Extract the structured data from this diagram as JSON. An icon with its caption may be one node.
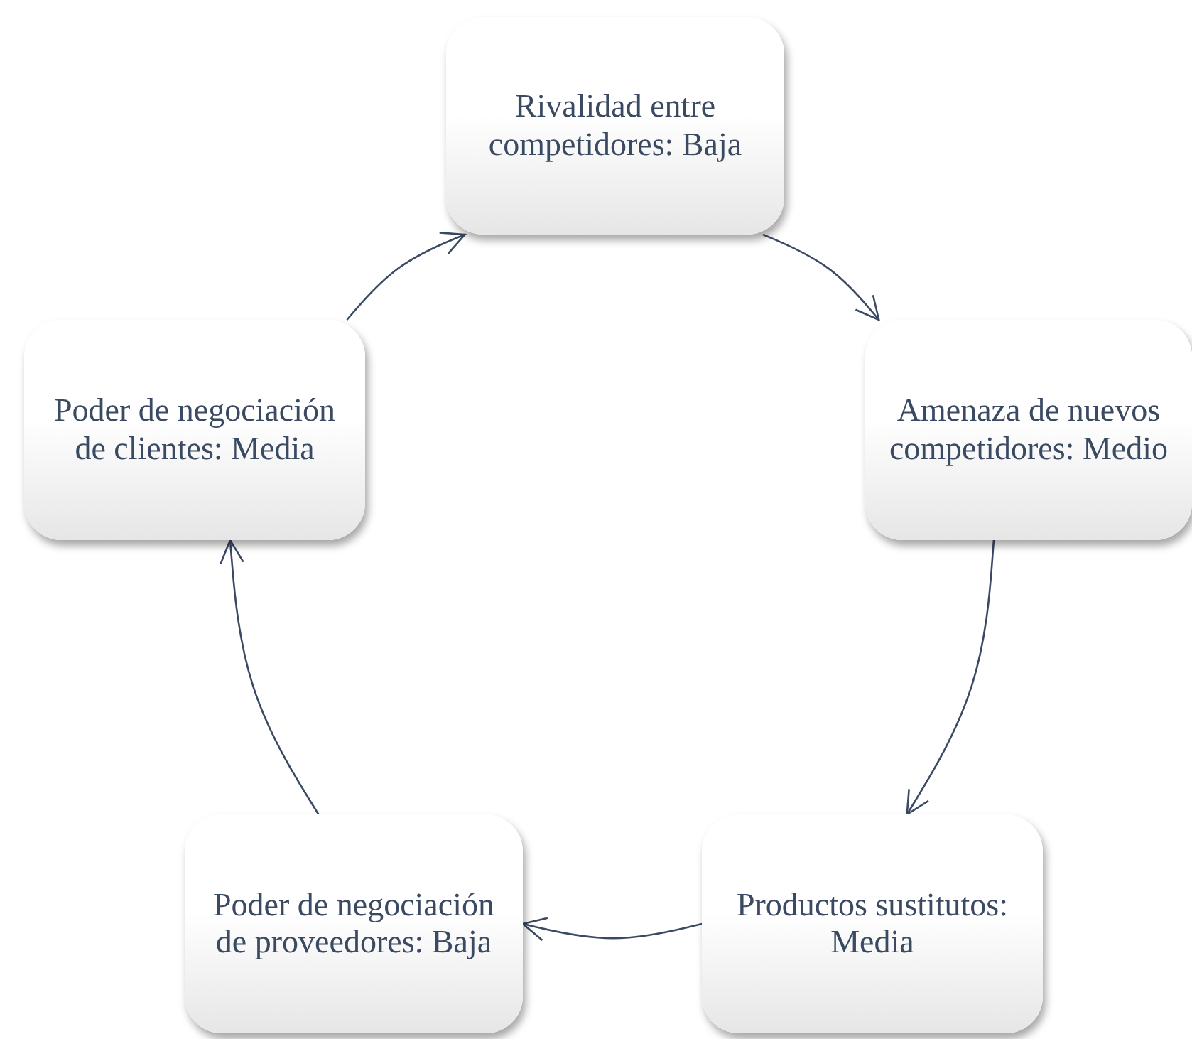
{
  "diagram": {
    "nodes": [
      {
        "text": [
          "Rivalidad entre competidores: Baja"
        ]
      },
      {
        "text": [
          "Amenaza de nuevos competidores: Medio"
        ]
      },
      {
        "text": [
          "Productos sustitutos: Media"
        ]
      },
      {
        "text": [
          "Poder de negociación de proveedores: Baja"
        ]
      },
      {
        "text": [
          "Poder de negociación de clientes: Media"
        ]
      }
    ],
    "edges": [
      {
        "from": 4,
        "to": 0,
        "arrow": "to"
      },
      {
        "from": 0,
        "to": 1,
        "arrow": "to"
      },
      {
        "from": 1,
        "to": 2,
        "arrow": "to"
      },
      {
        "from": 2,
        "to": 3,
        "arrow": "to"
      },
      {
        "from": 3,
        "to": 4,
        "arrow": "to"
      }
    ]
  }
}
